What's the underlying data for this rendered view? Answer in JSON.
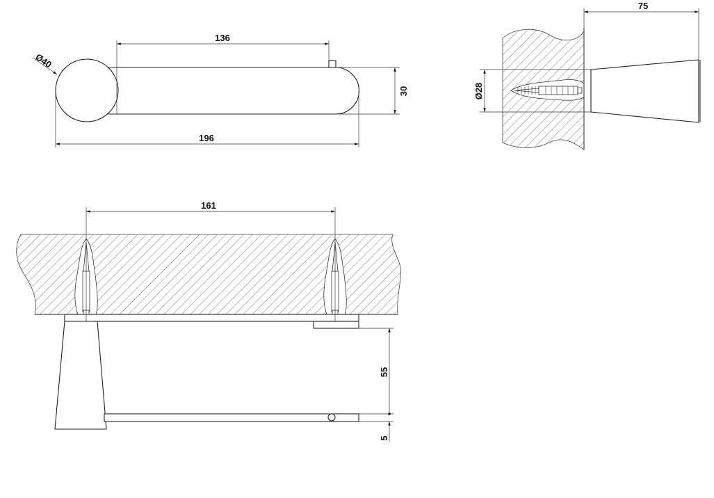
{
  "top_view": {
    "diameter_label": "Ø40",
    "length_136": "136",
    "length_196": "196",
    "height_30": "30"
  },
  "side_view": {
    "depth_75": "75",
    "diameter_label": "Ø28"
  },
  "front_view": {
    "spacing_161": "161",
    "drop_55": "55",
    "bar_5": "5"
  },
  "colors": {
    "line": "#222222",
    "hatch": "#555555",
    "background": "#ffffff"
  }
}
